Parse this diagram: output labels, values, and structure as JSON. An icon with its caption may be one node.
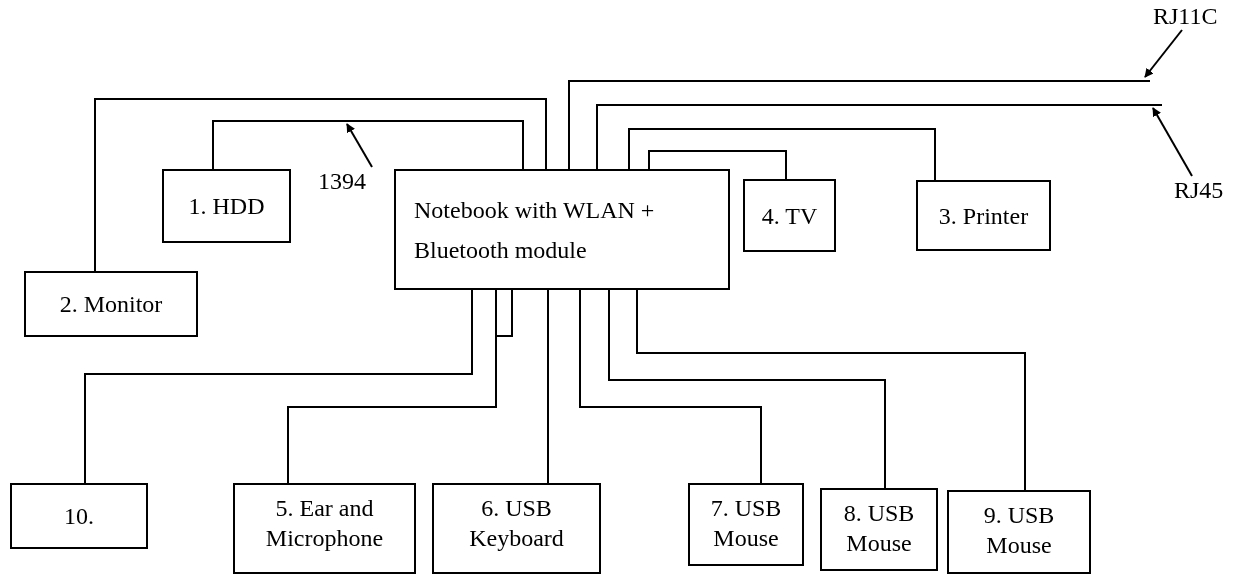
{
  "diagram": {
    "nodes": [
      {
        "text": [
          "Notebook with WLAN + Bluetooth module"
        ]
      },
      {
        "text": [
          "1. HDD"
        ]
      },
      {
        "text": [
          "2. Monitor"
        ]
      },
      {
        "text": [
          "4. TV"
        ]
      },
      {
        "text": [
          "3. Printer"
        ]
      },
      {
        "text": [
          "10."
        ]
      },
      {
        "text": [
          "5. Ear and Microphone"
        ]
      },
      {
        "text": [
          "6. USB Keyboard"
        ]
      },
      {
        "text": [
          "7. USB Mouse"
        ]
      },
      {
        "text": [
          "8. USB Mouse"
        ]
      },
      {
        "text": [
          "9. USB Mouse"
        ]
      },
      {
        "text": [
          "1394"
        ]
      },
      {
        "text": [
          "RJ11C"
        ]
      },
      {
        "text": [
          "RJ45"
        ]
      }
    ],
    "edges": [
      {
        "from": 0,
        "to": 1,
        "arrow": "none"
      },
      {
        "from": 0,
        "to": 2,
        "arrow": "none"
      },
      {
        "from": 0,
        "to": null,
        "arrow": "none"
      },
      {
        "from": 0,
        "to": null,
        "arrow": "none"
      },
      {
        "from": 0,
        "to": 4,
        "arrow": "none"
      },
      {
        "from": 0,
        "to": 3,
        "arrow": "none"
      },
      {
        "from": 0,
        "to": 5,
        "arrow": "none"
      },
      {
        "from": 0,
        "to": 6,
        "arrow": "none"
      },
      {
        "from": 0,
        "to": 7,
        "arrow": "none"
      },
      {
        "from": 0,
        "to": 8,
        "arrow": "none"
      },
      {
        "from": 0,
        "to": 9,
        "arrow": "none"
      },
      {
        "from": 0,
        "to": 10,
        "arrow": "none"
      },
      {
        "from": 11,
        "to": null,
        "arrow": "to"
      },
      {
        "from": 12,
        "to": null,
        "arrow": "to"
      },
      {
        "from": 13,
        "to": null,
        "arrow": "to"
      }
    ]
  }
}
